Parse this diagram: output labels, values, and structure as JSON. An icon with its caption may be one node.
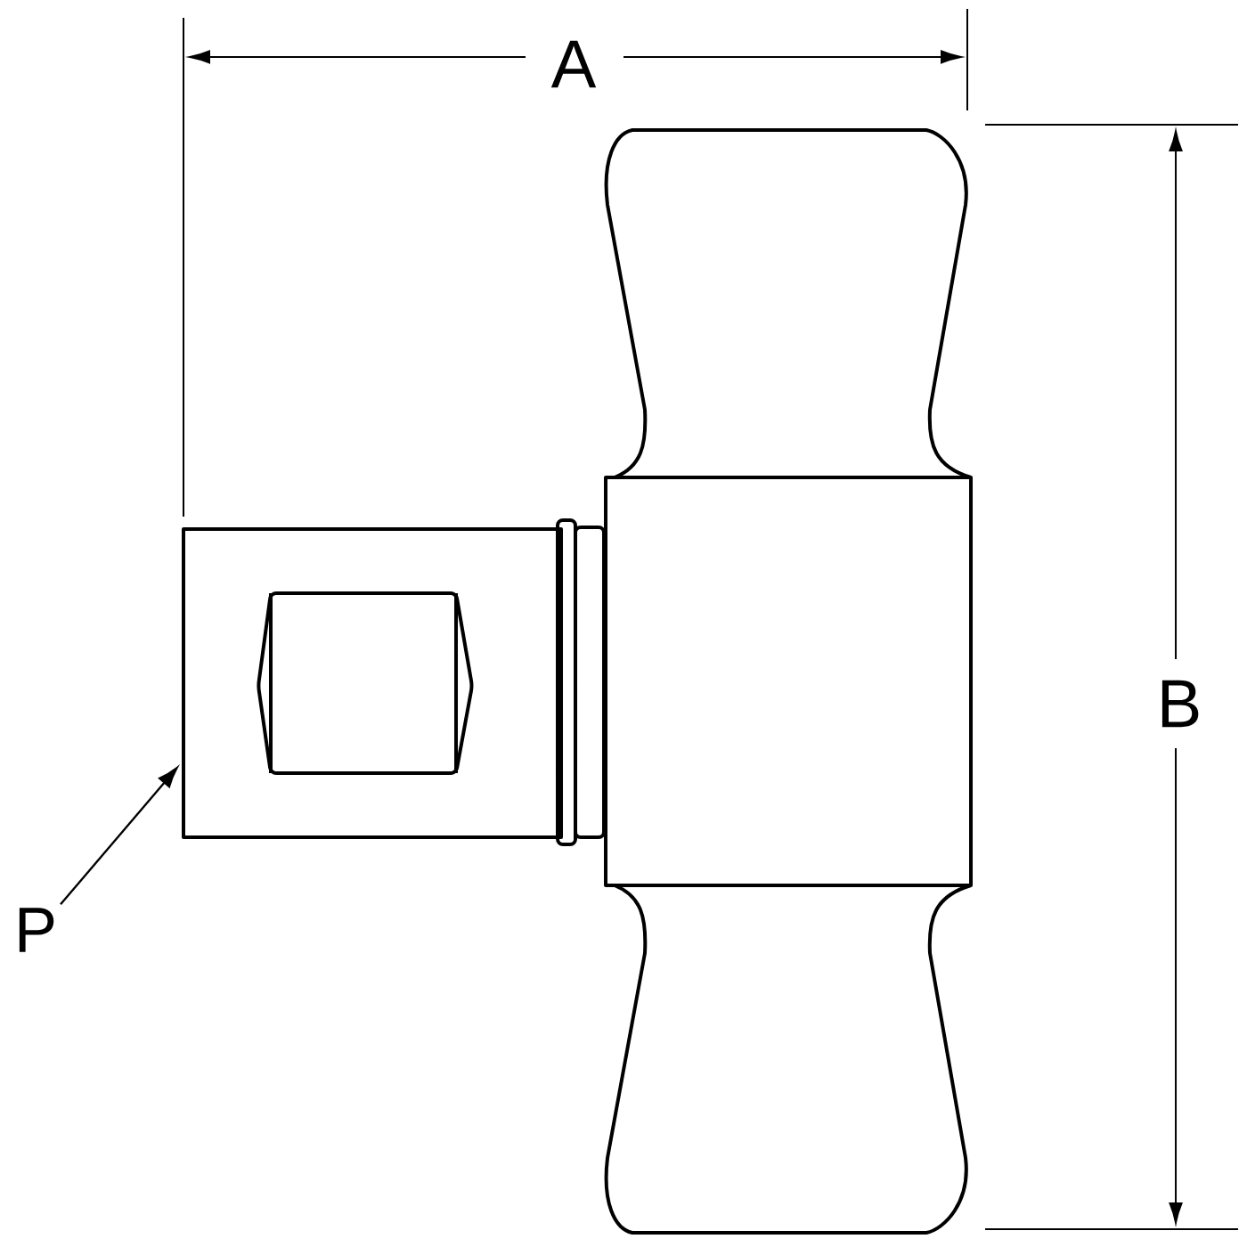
{
  "diagram": {
    "nodes": [
      {
        "text": [
          "P"
        ]
      },
      {
        "text": [],
        "shape": "box"
      }
    ],
    "edges": [
      {
        "from": 0,
        "to": 1,
        "arrow": "to"
      }
    ],
    "labels": [
      "A",
      "B"
    ]
  }
}
